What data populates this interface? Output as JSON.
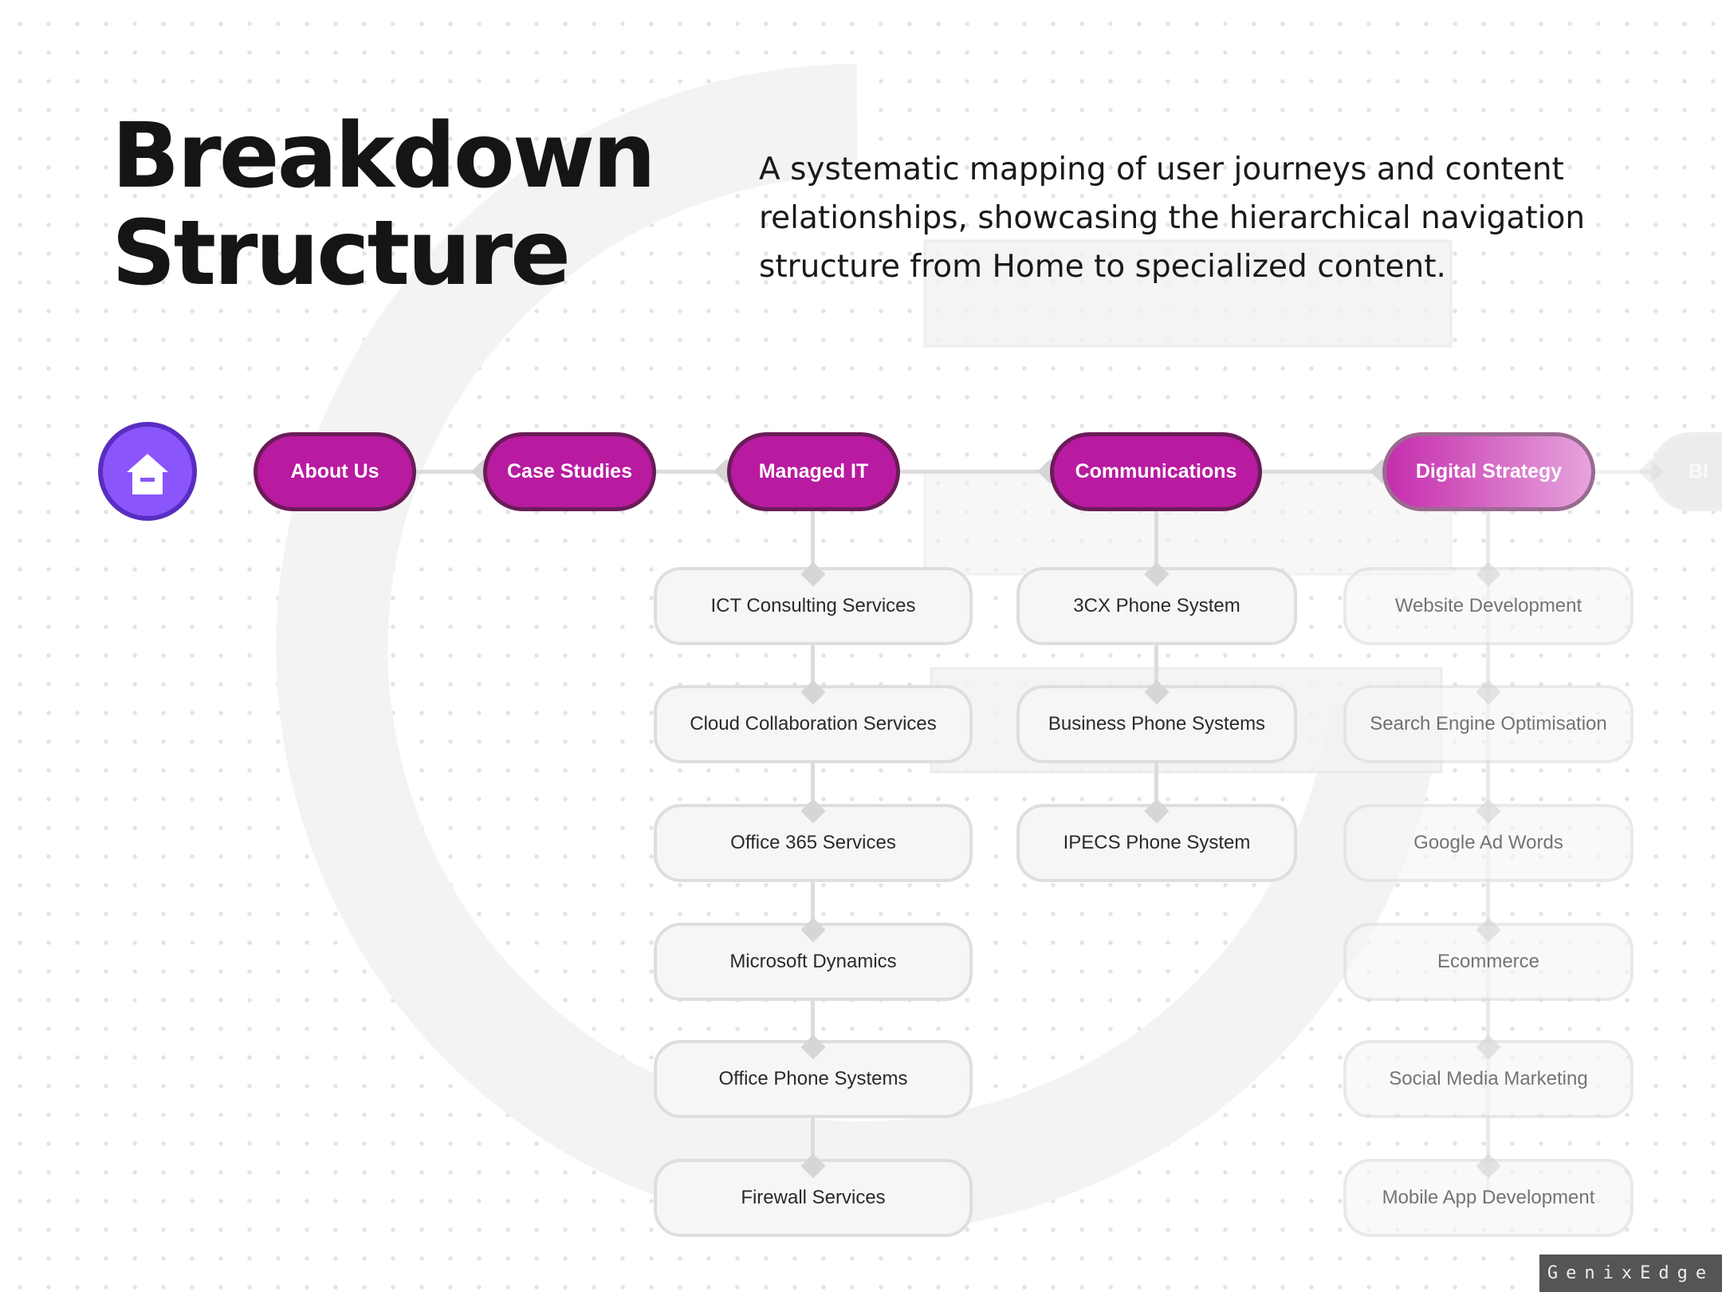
{
  "header": {
    "title_line1": "Breakdown",
    "title_line2": "Structure",
    "description": "A systematic mapping of user journeys and content relationships, showcasing the hierarchical navigation structure from Home to specialized content."
  },
  "colors": {
    "home": "#8a55fb",
    "pill": "#b81aa0",
    "child_bg": "#f6f6f6"
  },
  "nav": {
    "home_icon": "house-icon",
    "items": [
      "About Us",
      "Case Studies",
      "Managed IT",
      "Communications",
      "Digital Strategy",
      "Bl"
    ]
  },
  "managed_it": [
    "ICT Consulting Services",
    "Cloud Collaboration Services",
    "Office 365 Services",
    "Microsoft Dynamics",
    "Office Phone Systems",
    "Firewall Services"
  ],
  "communications": [
    "3CX Phone System",
    "Business Phone Systems",
    "IPECS Phone System"
  ],
  "digital_strategy": [
    "Website Development",
    "Search Engine Optimisation",
    "Google Ad Words",
    "Ecommerce",
    "Social Media Marketing",
    "Mobile App Development"
  ],
  "brand": "GenixEdge"
}
